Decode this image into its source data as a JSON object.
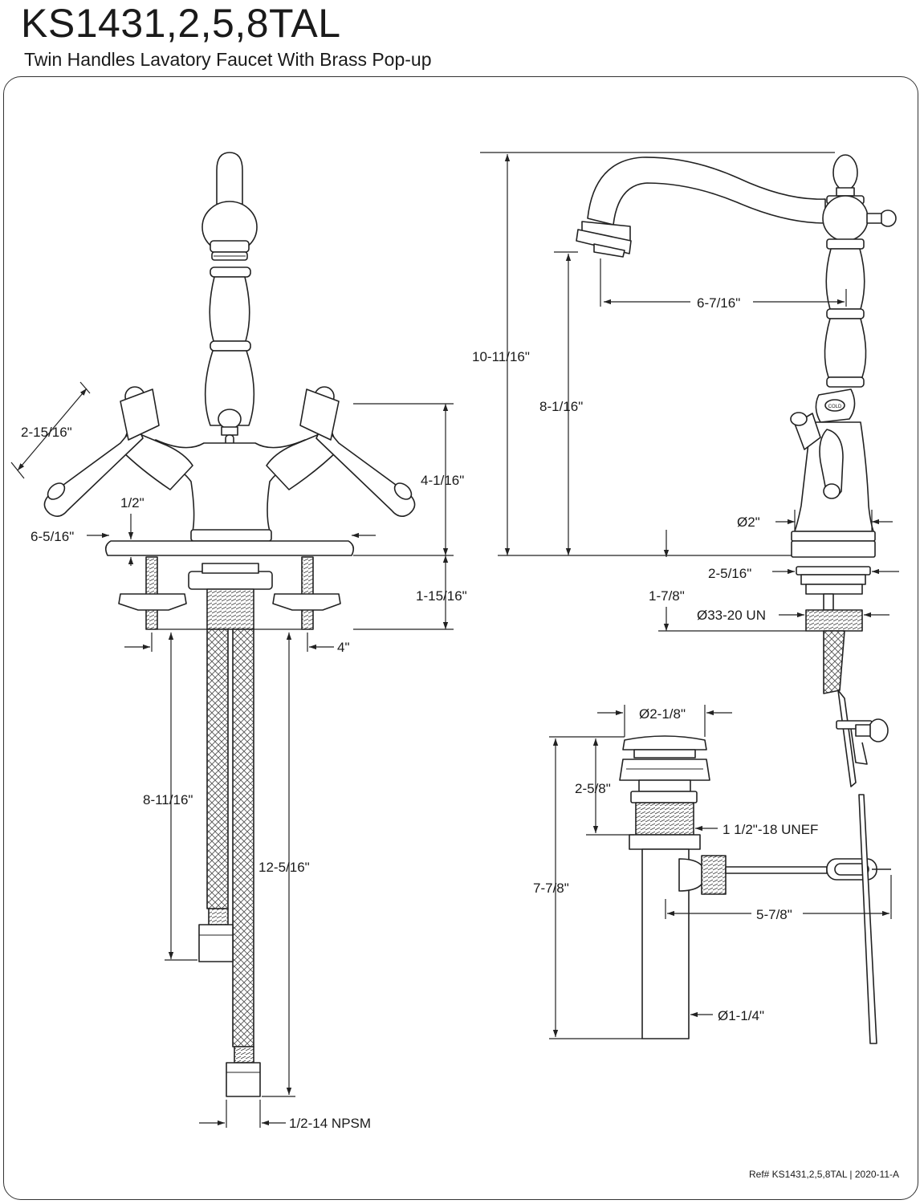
{
  "header": {
    "title": "KS1431,2,5,8TAL",
    "subtitle": "Twin Handles Lavatory Faucet With Brass Pop-up"
  },
  "front_view": {
    "handle_length": "2-15/16\"",
    "handle_height": "4-1/16\"",
    "plate_thickness": "1/2\"",
    "plate_width": "6-5/16\"",
    "shank_length": "1-15/16\"",
    "center_spread": "4\"",
    "supply_line_short": "8-11/16\"",
    "supply_line_long": "12-5/16\"",
    "supply_thread": "1/2-14 NPSM"
  },
  "side_view": {
    "overall_height": "10-11/16\"",
    "spout_reach": "6-7/16\"",
    "spout_height": "8-1/16\"",
    "base_diameter": "Ø2\"",
    "plate_diameter": "2-5/16\"",
    "shank_length": "1-7/8\"",
    "shank_thread": "Ø33-20 UN"
  },
  "popup_drain": {
    "flange_diameter": "Ø2-1/8\"",
    "body_height": "2-5/8\"",
    "body_thread": "1 1/2\"-18 UNEF",
    "overall_height": "7-7/8\"",
    "rod_length": "5-7/8\"",
    "tail_diameter": "Ø1-1/4\""
  },
  "cold_label": "COLD",
  "footer": {
    "reference": "Ref# KS1431,2,5,8TAL | 2020-11-A"
  }
}
